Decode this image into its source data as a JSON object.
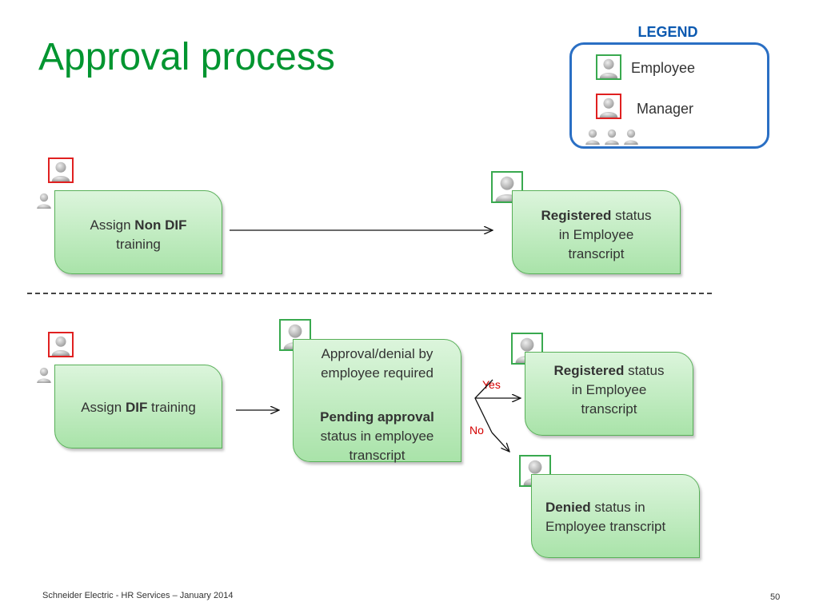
{
  "title": "Approval process",
  "legend": {
    "title": "LEGEND",
    "employee_label": "Employee",
    "manager_label": "Manager"
  },
  "flow_non_dif": {
    "assign": {
      "prefix": "Assign ",
      "bold": "Non DIF",
      "suffix": "training"
    },
    "result": {
      "bold": "Registered",
      "rest_line1": " status",
      "line2": "in Employee",
      "line3": "transcript"
    }
  },
  "flow_dif": {
    "assign": {
      "prefix": "Assign ",
      "bold": "DIF",
      "suffix": " training"
    },
    "pending": {
      "line1": "Approval/denial by",
      "line2": "employee required",
      "bold": "Pending approval",
      "line4": "status in employee",
      "line5": "transcript"
    },
    "yes_label": "Yes",
    "no_label": "No",
    "registered": {
      "bold": "Registered",
      "rest_line1": " status",
      "line2": "in Employee",
      "line3": "transcript"
    },
    "denied": {
      "bold": "Denied",
      "rest_line1": " status in",
      "line2": "Employee transcript"
    }
  },
  "footer": {
    "left": "Schneider Electric - HR Services – January 2014",
    "page_number": "50"
  },
  "colors": {
    "title": "#009530",
    "legend": "#0b59b0",
    "employee_border": "#39a94f",
    "manager_border": "#e02020",
    "decision_label": "#d40000"
  }
}
